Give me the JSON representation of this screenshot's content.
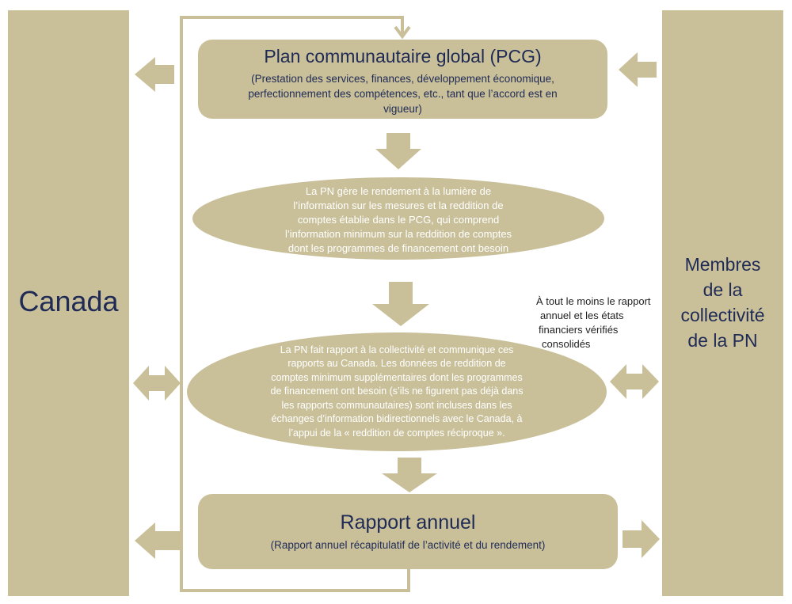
{
  "left_panel": {
    "label": "Canada"
  },
  "right_panel": {
    "label_lines": [
      "Membres",
      "de la",
      "collectivité",
      "de la PN"
    ]
  },
  "pcg_box": {
    "title": "Plan communautaire global (PCG)",
    "subtitle_lines": [
      "(Prestation des services, finances, développement économique,",
      "perfectionnement des compétences, etc., tant que l’accord est en",
      "vigueur)"
    ]
  },
  "performance_ellipse": {
    "lines": [
      "La PN gère le rendement à la lumière de",
      "l’information sur les mesures et la reddition de",
      "comptes établie dans le PCG, qui comprend",
      "l’information minimum sur la reddition de comptes",
      "dont les programmes de financement ont besoin"
    ]
  },
  "reporting_ellipse": {
    "lines": [
      "La PN fait rapport à la collectivité et communique ces",
      "rapports au Canada. Les données de reddition de",
      "comptes minimum supplémentaires dont les programmes",
      "de financement ont besoin (s’ils ne figurent pas déjà dans",
      "les rapports communautaires) sont incluses dans les",
      "échanges d’information bidirectionnels avec le Canada, à",
      "l’appui de la « reddition de comptes réciproque »."
    ]
  },
  "side_note": {
    "lines": [
      "À tout le moins le rapport",
      "annuel et les états",
      "financiers vérifiés",
      "consolidés"
    ]
  },
  "annual_report_box": {
    "title": "Rapport annuel",
    "subtitle": "(Rapport annuel récapitulatif de l’activité et du rendement)"
  },
  "colors": {
    "fill": "#c9c09a",
    "text_dark": "#1f2a55",
    "text_light": "#ffffff"
  }
}
